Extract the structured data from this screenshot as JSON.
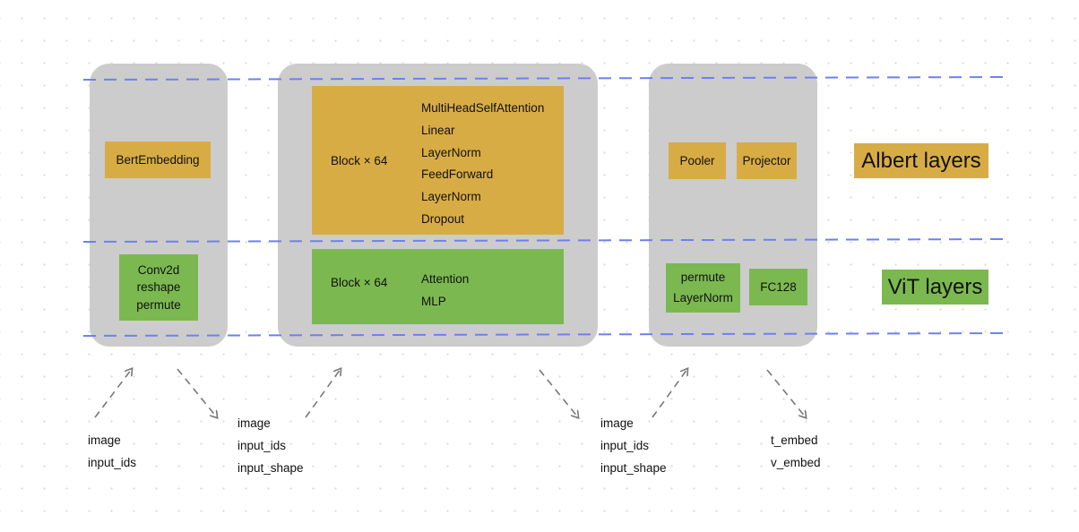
{
  "colors": {
    "albert": "#d8ac45",
    "vit": "#7bb950",
    "panel": "#cccccc",
    "separator": "#6f80ee"
  },
  "stage1": {
    "albert_box": "BertEmbedding",
    "vit_box": [
      "Conv2d",
      "reshape",
      "permute"
    ]
  },
  "stage2": {
    "albert_block_label": "Block × 64",
    "albert_ops": [
      "MultiHeadSelfAttention",
      "Linear",
      "LayerNorm",
      "FeedForward",
      "LayerNorm",
      "Dropout"
    ],
    "vit_block_label": "Block × 64",
    "vit_ops": [
      "Attention",
      "MLP"
    ]
  },
  "stage3": {
    "albert_boxes": [
      "Pooler",
      "Projector"
    ],
    "vit_boxes": [
      [
        "permute",
        "LayerNorm"
      ],
      [
        "FC128"
      ]
    ]
  },
  "legend": {
    "albert": "Albert layers",
    "vit": "ViT layers"
  },
  "io": {
    "input1": [
      "image",
      "input_ids"
    ],
    "output1": [
      "image",
      "input_ids",
      "input_shape"
    ],
    "output2": [
      "image",
      "input_ids",
      "input_shape"
    ],
    "output3": [
      "t_embed",
      "v_embed"
    ]
  }
}
